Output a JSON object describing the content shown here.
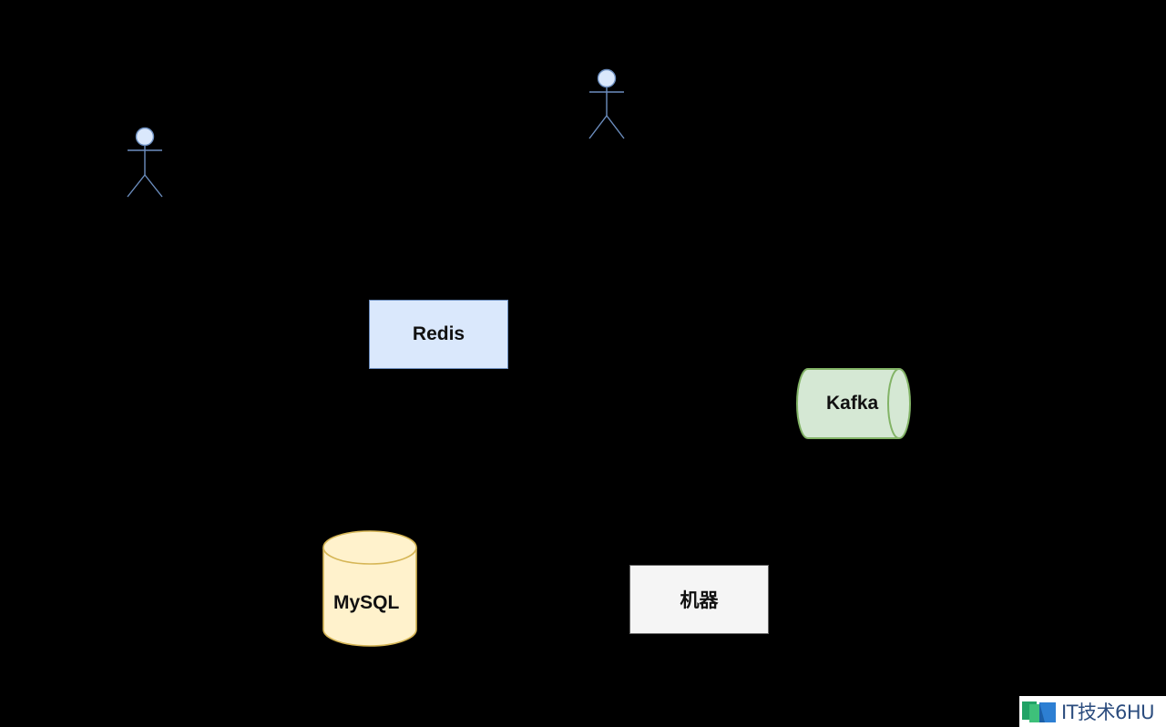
{
  "diagram": {
    "actors": [
      {
        "id": "actor-left"
      },
      {
        "id": "actor-right"
      }
    ],
    "nodes": {
      "redis": {
        "label": "Redis",
        "fill": "#dae8fc",
        "stroke": "#6c8ebf"
      },
      "kafka": {
        "label": "Kafka",
        "fill": "#d5e8d4",
        "stroke": "#82b366"
      },
      "mysql": {
        "label": "MySQL",
        "fill": "#fff2cc",
        "stroke": "#d6b656"
      },
      "machine": {
        "label": "机器",
        "fill": "#f5f5f5",
        "stroke": "#666666"
      }
    },
    "actor_style": {
      "head_fill": "#dae8fc",
      "stroke": "#6c8ebf"
    }
  },
  "watermark": {
    "text": "IT技术6HU",
    "logo_icon": "book-logo-icon"
  },
  "background": "#000000"
}
